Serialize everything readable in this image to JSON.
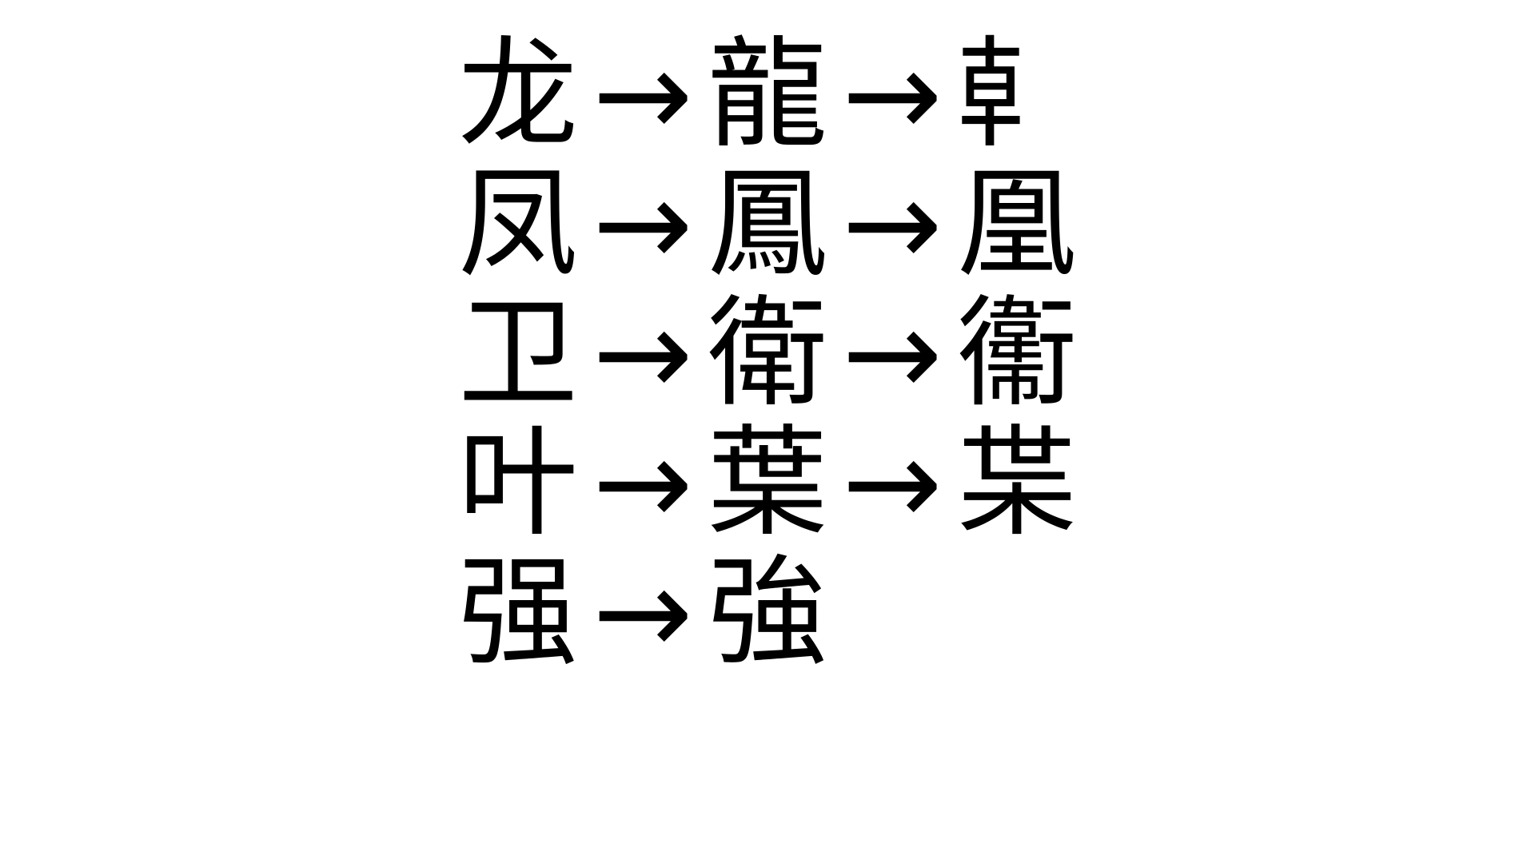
{
  "page": {
    "background_color": "#ffffff",
    "text_color": "#000000",
    "arrow_glyph": "→",
    "arrow_name": "rightwards-arrow-icon"
  },
  "chains": [
    {
      "id": "chain-dragon",
      "steps": [
        "龙",
        "龍",
        "龺"
      ],
      "arrows": [
        "→",
        "→"
      ]
    },
    {
      "id": "chain-phoenix",
      "steps": [
        "凤",
        "鳳",
        "凰"
      ],
      "arrows": [
        "→",
        "→"
      ]
    },
    {
      "id": "chain-guard",
      "steps": [
        "卫",
        "衛",
        "䘙"
      ],
      "arrows": [
        "→",
        "→"
      ]
    },
    {
      "id": "chain-leaf",
      "steps": [
        "叶",
        "葉",
        "枼"
      ],
      "arrows": [
        "→",
        "→"
      ]
    },
    {
      "id": "chain-strong",
      "steps": [
        "强",
        "強"
      ],
      "arrows": [
        "→"
      ]
    }
  ]
}
